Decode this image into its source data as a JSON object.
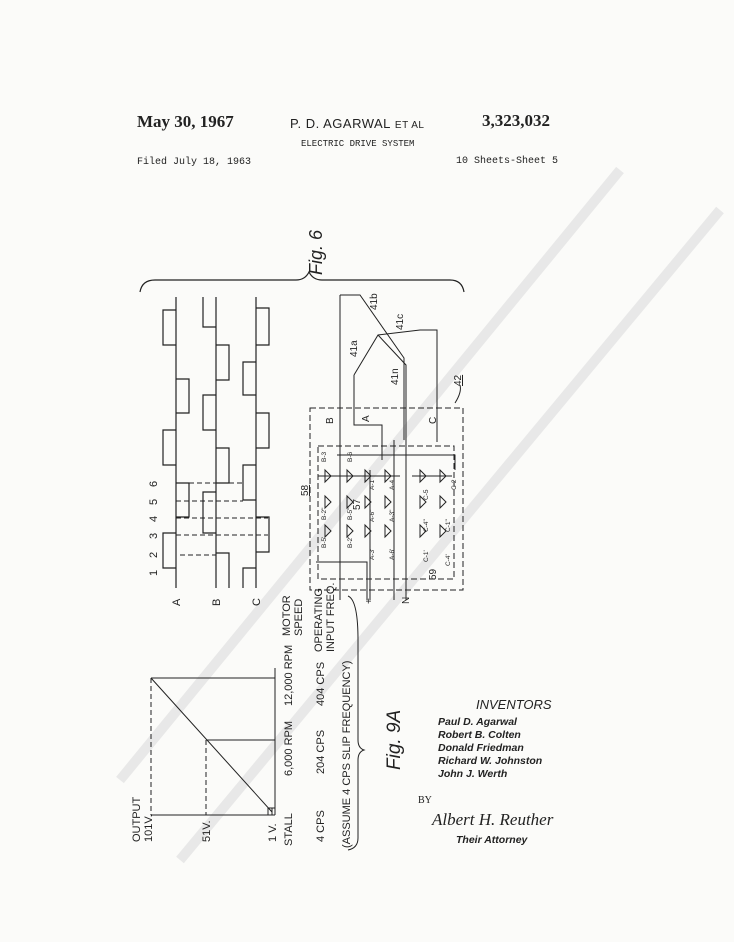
{
  "header": {
    "date": "May 30, 1967",
    "inventor": "P. D. AGARWAL",
    "et_al": "ET AL",
    "patent_number": "3,323,032",
    "title": "ELECTRIC DRIVE SYSTEM",
    "filed": "Filed July 18, 1963",
    "sheet": "10 Sheets-Sheet 5"
  },
  "fig6": {
    "label": "Fig. 6",
    "phase_labels": [
      "A",
      "B",
      "C"
    ],
    "step_numbers": [
      "1",
      "2",
      "3",
      "4",
      "5",
      "6"
    ],
    "circuit": {
      "winding_labels": [
        "41a",
        "41b",
        "41c",
        "41n"
      ],
      "block_ref": "42",
      "refs": [
        "58",
        "57",
        "59"
      ],
      "bus_labels": [
        "B",
        "A",
        "C"
      ],
      "terminal_labels": [
        "+",
        "N"
      ],
      "diode_labels": [
        "B-3",
        "B-6",
        "B-2\"",
        "B-5\"",
        "B-5'",
        "B-2'",
        "A-1",
        "A-4",
        "A-6\"",
        "A-3\"",
        "A-3'",
        "A-6'",
        "C-5",
        "C-2",
        "C-4\"",
        "C-1\"",
        "C-1'",
        "C-4'"
      ]
    }
  },
  "fig9a": {
    "label": "Fig. 9A",
    "output_label": "OUTPUT",
    "voltages": [
      "101V.",
      "51V.",
      "1 V."
    ],
    "speeds": [
      "12,000 RPM",
      "6,000 RPM",
      "STALL"
    ],
    "freqs": [
      "404 CPS",
      "204 CPS",
      "4 CPS"
    ],
    "speed_caption": [
      "MOTOR",
      "SPEED"
    ],
    "freq_caption": [
      "OPERATING",
      "INPUT FREQ."
    ],
    "assumption": "(ASSUME  4 CPS SLIP FREQUENCY)"
  },
  "inventors": {
    "heading": "INVENTORS",
    "names": [
      "Paul D. Agarwal",
      "Robert B. Colten",
      "Donald Friedman",
      "Richard W. Johnston",
      "John J. Werth"
    ],
    "by": "BY",
    "signature": "Albert H. Reuther",
    "attorney": "Their Attorney"
  }
}
